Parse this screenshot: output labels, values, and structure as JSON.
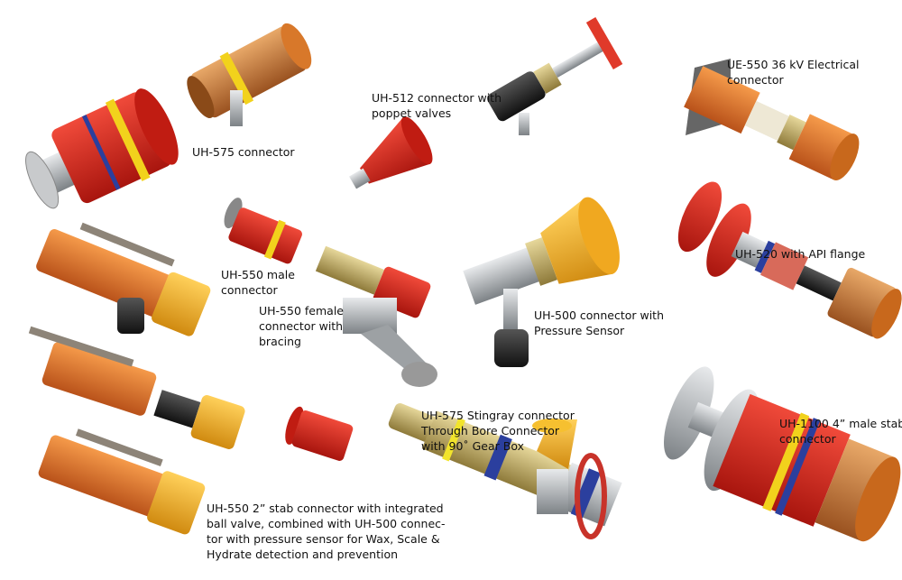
{
  "labels": {
    "uh575": [
      "UH-575 connector"
    ],
    "uh512": [
      "UH-512 connector with",
      "poppet valves"
    ],
    "ue550": [
      "UE-550 36 kV Electrical",
      "connector"
    ],
    "uh550male": [
      "UH-550 male",
      "connector"
    ],
    "uh550female": [
      "UH-550 female",
      "connector with",
      "bracing"
    ],
    "uh500": [
      "UH-500 connector with",
      "Pressure Sensor"
    ],
    "uh520": [
      "UH-520 with API flange"
    ],
    "stingray": [
      "UH-575 Stingray connector",
      "Through Bore Connector",
      "with 90˚ Gear Box"
    ],
    "uh1100": [
      "UH-1100 4” male stab",
      "connector"
    ],
    "uh550stab": [
      "UH-550 2” stab connector with integrated",
      "ball valve, combined with UH-500 connec-",
      "tor with pressure sensor for Wax, Scale &",
      "Hydrate detection and prevention"
    ]
  },
  "colors": {
    "red": "#d8261c",
    "orange": "#e8702a",
    "yellow": "#f3b324",
    "steel": "#b9bcbf",
    "brass": "#c9b36a",
    "blue": "#2b3f9e",
    "black": "#222222"
  }
}
